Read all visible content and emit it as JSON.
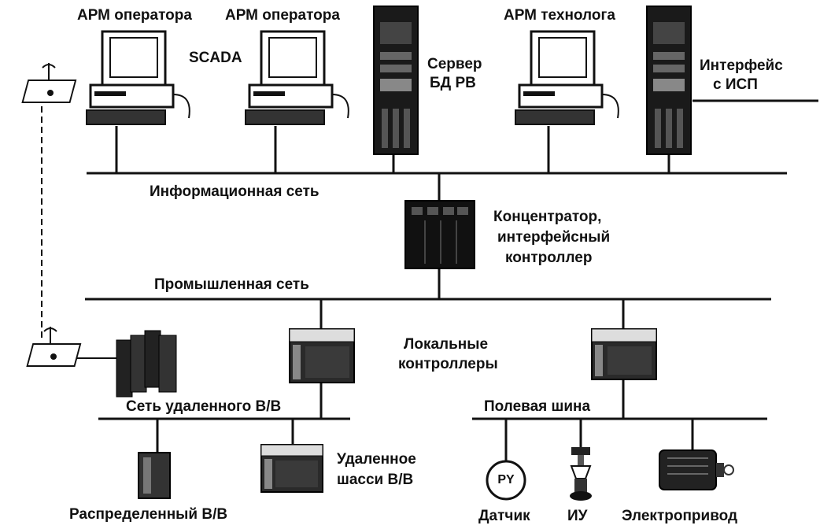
{
  "labels": {
    "arm_operator_1": "АРМ оператора",
    "arm_operator_2": "АРМ оператора",
    "scada": "SCADA",
    "db_server_line1": "Сервер",
    "db_server_line2": "БД РВ",
    "arm_technologist": "АРМ технолога",
    "isp_interface_line1": "Интерфейс",
    "isp_interface_line2": "с ИСП",
    "info_network": "Информационная сеть",
    "hub_line1": "Концентратор,",
    "hub_line2": "интерфейсный",
    "hub_line3": "контроллер",
    "industrial_network": "Промышленная сеть",
    "local_controllers_line1": "Локальные",
    "local_controllers_line2": "контроллеры",
    "remote_io_network": "Сеть удаленного В/В",
    "fieldbus": "Полевая шина",
    "remote_chassis_line1": "Удаленное",
    "remote_chassis_line2": "шасси В/В",
    "distributed_io": "Распределенный В/В",
    "sensor": "Датчик",
    "actuator": "ИУ",
    "electric_drive": "Электропривод",
    "sensor_symbol": "PY"
  }
}
